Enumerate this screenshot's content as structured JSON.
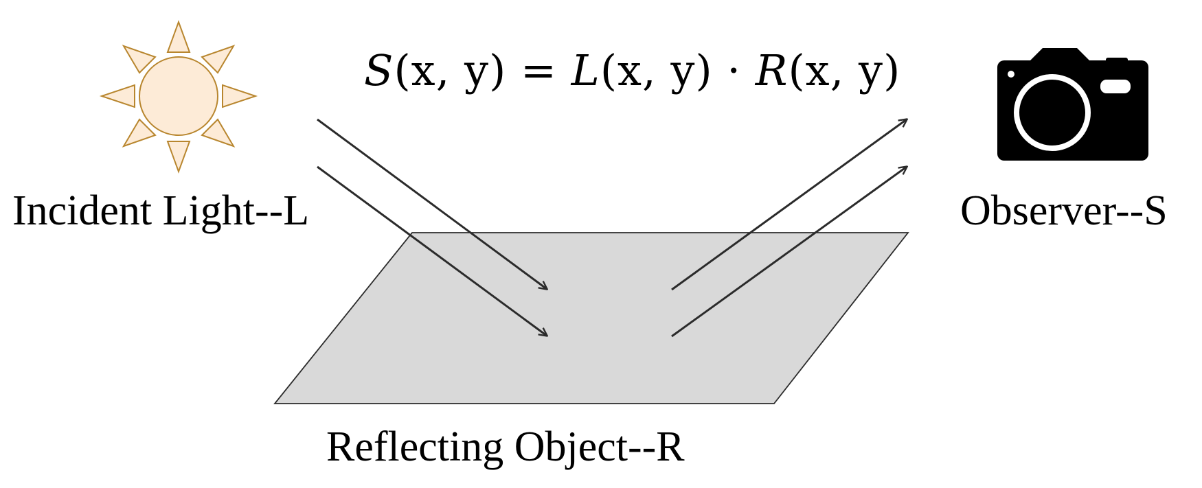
{
  "formula": {
    "lhs": "S",
    "lhs_args": "(x, y)",
    "equals": "=",
    "l": "L",
    "l_args": "(x, y)",
    "dot": "·",
    "r": "R",
    "r_args": "(x, y)"
  },
  "labels": {
    "incident_light": "Incident Light--L",
    "observer": "Observer--S",
    "reflecting_object": "Reflecting Object--R"
  },
  "colors": {
    "sun_fill": "#FDEBD7",
    "sun_stroke": "#B8862E",
    "surface_fill": "#D9D9D9",
    "surface_stroke": "#2B2B2B",
    "arrow": "#2B2B2B",
    "camera": "#000000"
  },
  "icons": {
    "light_source": "sun-icon",
    "observer": "camera-icon"
  }
}
